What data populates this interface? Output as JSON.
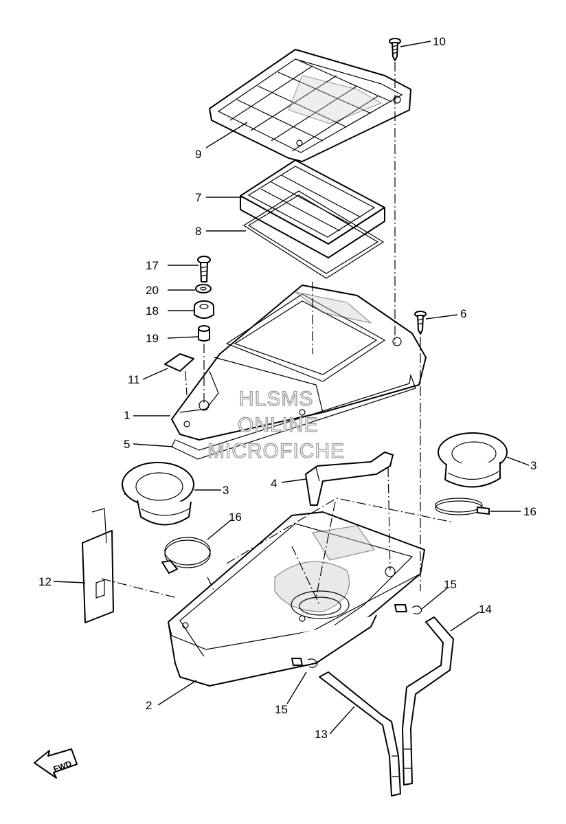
{
  "callouts": [
    {
      "id": "1"
    },
    {
      "id": "2"
    },
    {
      "id": "3"
    },
    {
      "id": "3"
    },
    {
      "id": "4"
    },
    {
      "id": "5"
    },
    {
      "id": "6"
    },
    {
      "id": "7"
    },
    {
      "id": "8"
    },
    {
      "id": "9"
    },
    {
      "id": "10"
    },
    {
      "id": "11"
    },
    {
      "id": "12"
    },
    {
      "id": "13"
    },
    {
      "id": "14"
    },
    {
      "id": "15"
    },
    {
      "id": "15"
    },
    {
      "id": "16"
    },
    {
      "id": "16"
    },
    {
      "id": "17"
    },
    {
      "id": "18"
    },
    {
      "id": "19"
    },
    {
      "id": "20"
    }
  ],
  "watermark": {
    "line1": "HLSMS",
    "line2": "ONLINE",
    "line3": "MICROFICHE"
  },
  "direction_badge": {
    "text": "FWD"
  }
}
